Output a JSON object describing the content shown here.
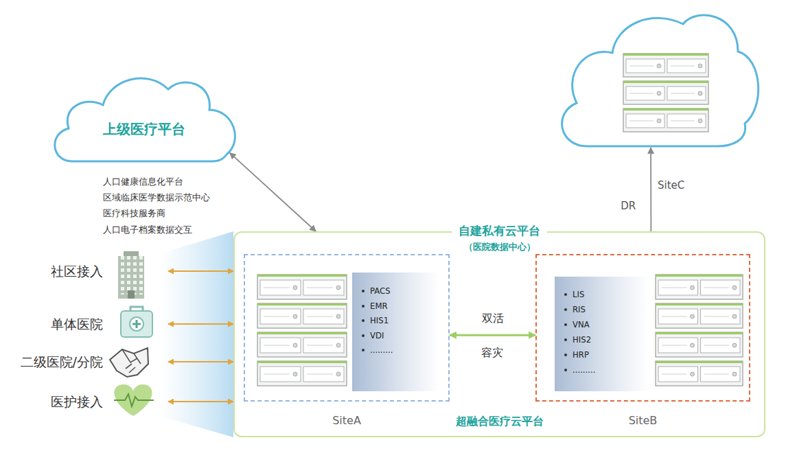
{
  "diagram": {
    "nodes": [
      {
        "text": [
          "上级医疗平台"
        ]
      },
      {
        "text": [
          "SiteC"
        ]
      },
      {
        "text": [
          "社区接入"
        ]
      },
      {
        "text": [
          "单体医院"
        ]
      },
      {
        "text": [
          "二级医院/分院"
        ]
      },
      {
        "text": [
          "医护接入"
        ]
      },
      {
        "text": [
          "自建私有云平台",
          "（医院数据中心）",
          "超融合医疗云平台"
        ]
      },
      {
        "text": [
          "SiteA"
        ],
        "in": 6
      },
      {
        "text": [
          "PACS",
          "EMR",
          "HIS1",
          "VDI",
          "........."
        ],
        "in": 7
      },
      {
        "text": [
          "SiteB"
        ],
        "in": 6
      },
      {
        "text": [
          "LIS",
          "RIS",
          "VNA",
          "HIS2",
          "HRP",
          "........."
        ],
        "in": 9
      }
    ],
    "edges": [
      {
        "from": 0,
        "to": 6,
        "arrow": "both"
      },
      {
        "from": 6,
        "to": 1,
        "arrow": "to",
        "label": "DR"
      },
      {
        "from": 2,
        "to": 6,
        "arrow": "both"
      },
      {
        "from": 3,
        "to": 6,
        "arrow": "both"
      },
      {
        "from": 4,
        "to": 6,
        "arrow": "both"
      },
      {
        "from": 5,
        "to": 6,
        "arrow": "both"
      },
      {
        "from": 7,
        "to": 9,
        "arrow": "both",
        "label": "双活"
      }
    ],
    "labels": [
      "人口健康信息化平台",
      "区域临床医学数据示范中心",
      "医疗科技服务商",
      "人口电子档案数据交互",
      "容灾"
    ]
  }
}
